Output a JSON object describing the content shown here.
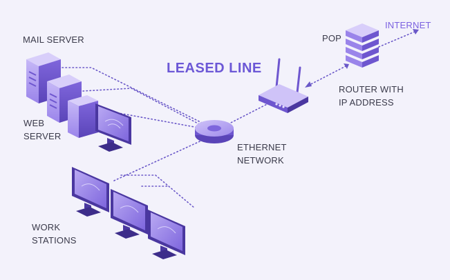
{
  "title": "LEASED LINE",
  "labels": {
    "mail_server": "MAIL SERVER",
    "web_server_1": "WEB",
    "web_server_2": "SERVER",
    "pop": "POP",
    "internet": "INTERNET",
    "router_1": "ROUTER WITH",
    "router_2": "IP ADDRESS",
    "ethernet_1": "ETHERNET",
    "ethernet_2": "NETWORK",
    "work_1": "WORK",
    "work_2": "STATIONS"
  },
  "colors": {
    "background": "#f3f2fb",
    "accent": "#7b61e0",
    "device_light": "#b9a9f3",
    "device_mid": "#8f78e8",
    "device_dark": "#5a44b8",
    "line": "#6a58c8"
  }
}
